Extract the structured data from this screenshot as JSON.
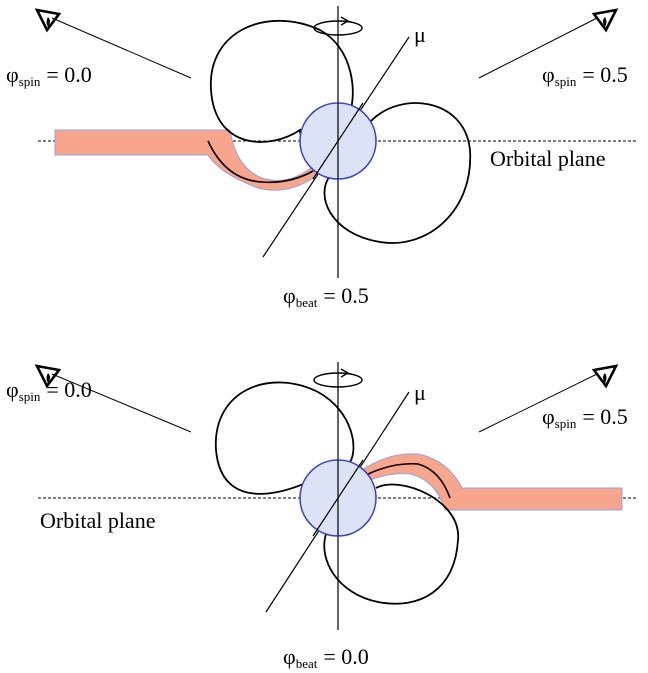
{
  "panels": [
    {
      "id": "top",
      "phi_spin_left": {
        "symbol": "φ",
        "subscript": "spin",
        "value": "= 0.0"
      },
      "phi_spin_right": {
        "symbol": "φ",
        "subscript": "spin",
        "value": "= 0.5"
      },
      "phi_beat": {
        "symbol": "φ",
        "subscript": "beat",
        "value": "= 0.5"
      },
      "axis_label": "μ",
      "orbital_plane_label": "Orbital plane"
    },
    {
      "id": "bottom",
      "phi_spin_left": {
        "symbol": "φ",
        "subscript": "spin",
        "value": "= 0.0"
      },
      "phi_spin_right": {
        "symbol": "φ",
        "subscript": "spin",
        "value": "= 0.5"
      },
      "phi_beat": {
        "symbol": "φ",
        "subscript": "beat",
        "value": "= 0.0"
      },
      "axis_label": "μ",
      "orbital_plane_label": "Orbital plane"
    }
  ],
  "colors": {
    "star_fill": "#dde3f7",
    "star_stroke": "#3d47b8",
    "stream_fill": "#f8a58d",
    "stream_edge": "#9aa0dd",
    "line": "#000000"
  },
  "icons": [
    "eye-icon-left",
    "eye-icon-right",
    "rotation-arrow-icon"
  ]
}
